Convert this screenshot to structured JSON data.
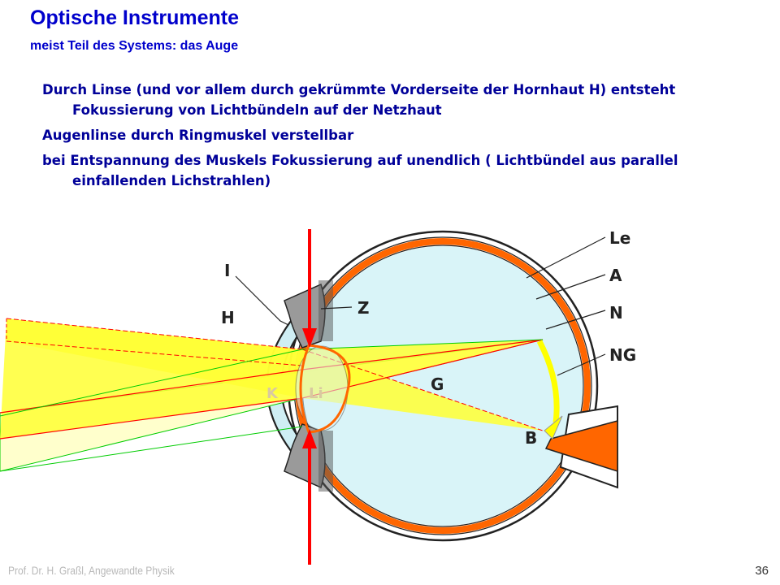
{
  "slide": {
    "title": "Optische Instrumente",
    "subtitle": "meist Teil des Systems: das Auge",
    "bullets": [
      "Durch Linse (und vor allem durch gekrümmte Vorderseite der Hornhaut H) entsteht Fokussierung von Lichtbündeln auf der Netzhaut",
      "Augenlinse durch Ringmuskel verstellbar",
      "bei Entspannung des Muskels Fokussierung auf unendlich ( Lichtbündel aus parallel einfallenden Lichstrahlen)"
    ]
  },
  "diagram": {
    "labels": {
      "le": "Le",
      "a": "A",
      "n": "N",
      "ng": "NG",
      "i": "I",
      "z": "Z",
      "h": "H",
      "g": "G",
      "k": "K",
      "li": "Li",
      "b": "B"
    },
    "colors": {
      "beam": "#ffff33",
      "beam_pale": "#ffffcc",
      "ray_red": "#ff0000",
      "ray_green": "#00cc00",
      "muscle_arrow": "#ff0000",
      "lens_outline": "#ff6600",
      "retina": "#ff6600",
      "vitreous": "#d9f4f8",
      "focus_arc": "#ffff00"
    }
  },
  "footer": {
    "author": "Prof. Dr. H. Graßl, Angewandte Physik",
    "page_number": "36"
  }
}
